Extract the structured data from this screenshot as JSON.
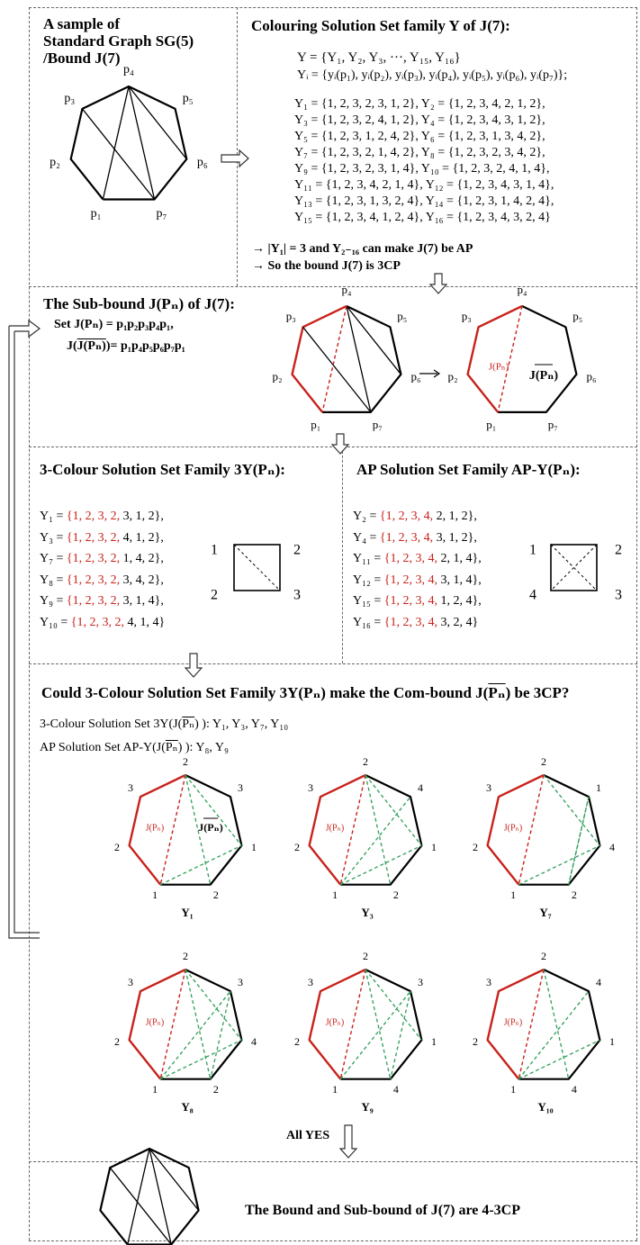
{
  "section1": {
    "left_title": [
      "A sample of",
      "Standard Graph SG(5)",
      "/Bound J(7)"
    ],
    "right_title": "Colouring Solution Set family Y of J(7):",
    "set_def": "Y = {Y₁, Y₂, Y₃, ···, Y₁₅, Y₁₆}",
    "elem_def": "Yᵢ = {yᵢ(p₁), yᵢ(p₂), yᵢ(p₃), yᵢ(p₄), yᵢ(p₅), yᵢ(p₆), yᵢ(p₇)};",
    "rows": [
      "Y₁ = {1, 2, 3, 2, 3, 1, 2}, Y₂ = {1, 2, 3, 4, 2, 1, 2},",
      "Y₃ = {1, 2, 3, 2, 4, 1, 2}, Y₄ = {1, 2, 3, 4, 3, 1, 2},",
      "Y₅ = {1, 2, 3, 1, 2, 4, 2}, Y₆ = {1, 2, 3, 1, 3, 4, 2},",
      "Y₇ = {1, 2, 3, 2, 1, 4, 2}, Y₈ = {1, 2, 3, 2, 3, 4, 2},",
      "Y₉ = {1, 2, 3, 2, 3, 1, 4}, Y₁₀ = {1, 2, 3, 2, 4, 1, 4},",
      "Y₁₁ = {1, 2, 3, 4, 2, 1, 4}, Y₁₂ = {1, 2, 3, 4, 3, 1, 4},",
      "Y₁₃ = {1, 2, 3, 1, 3, 2, 4}, Y₁₄ = {1, 2, 3, 1, 4, 2, 4},",
      "Y₁₅ = {1, 2, 3, 4, 1, 2, 4}, Y₁₆ = {1, 2, 3, 4, 3, 2, 4}"
    ],
    "conclusion1": "→ |Y₁| = 3 and Y₂₋₁₆ can make J(7) be AP",
    "conclusion2": "→ So the bound J(7) is 3CP",
    "vertex_labels": [
      "p₁",
      "p₂",
      "p₃",
      "p₄",
      "p₅",
      "p₆",
      "p₇"
    ]
  },
  "section2": {
    "title": "The Sub-bound J(Pₙ) of J(7):",
    "set_line": "Set J(Pₙ) = p₁p₂p₃p₄p₁,",
    "comp_lhs": "J(Pₙ)",
    "comp_rhs": "= p₁p₄p₅p₆p₇p₁",
    "jpn_label": "J(Pₙ)",
    "jpn_bar_label": "J(Pₙ)"
  },
  "section3": {
    "left_title": "3-Colour Solution Set Family 3Y(Pₙ):",
    "right_title": "AP Solution Set Family AP-Y(Pₙ):",
    "left_rows": [
      {
        "name": "Y₁ = ",
        "red": "{1, 2, 3, 2,",
        "rest": " 3, 1, 2},"
      },
      {
        "name": "Y₃ = ",
        "red": "{1, 2, 3, 2,",
        "rest": " 4, 1, 2},"
      },
      {
        "name": "Y₇ = ",
        "red": "{1, 2, 3, 2,",
        "rest": " 1, 4, 2},"
      },
      {
        "name": "Y₈ = ",
        "red": "{1, 2, 3, 2,",
        "rest": " 3, 4, 2},"
      },
      {
        "name": "Y₉ = ",
        "red": "{1, 2, 3, 2,",
        "rest": " 3, 1, 4},"
      },
      {
        "name": "Y₁₀ = ",
        "red": "{1, 2, 3, 2,",
        "rest": " 4, 1, 4}"
      }
    ],
    "right_rows": [
      {
        "name": "Y₂ = ",
        "red": "{1, 2, 3, 4,",
        "rest": " 2, 1, 2},"
      },
      {
        "name": "Y₄ = ",
        "red": "{1, 2, 3, 4,",
        "rest": " 3, 1, 2},"
      },
      {
        "name": "Y₁₁ = ",
        "red": "{1, 2, 3, 4,",
        "rest": " 2, 1, 4},"
      },
      {
        "name": "Y₁₂ = ",
        "red": "{1, 2, 3, 4,",
        "rest": " 3, 1, 4},"
      },
      {
        "name": "Y₁₅ = ",
        "red": "{1, 2, 3, 4,",
        "rest": " 1, 2, 4},"
      },
      {
        "name": "Y₁₆ = ",
        "red": "{1, 2, 3, 4,",
        "rest": " 3, 2, 4}"
      }
    ],
    "left_square_labels": [
      "1",
      "2",
      "2",
      "3"
    ],
    "right_square_labels": [
      "1",
      "2",
      "4",
      "3"
    ]
  },
  "section4": {
    "question_pre": "Could 3-Colour Solution Set Family 3Y(Pₙ) make the Com-bound J(",
    "question_bar": "Pₙ",
    "question_post": ") be 3CP?",
    "line1_pre": "3-Colour Solution Set 3Y(J(",
    "line1_bar": "Pₙ",
    "line1_post": ") ): Y₁, Y₃, Y₇, Y₁₀",
    "line2_pre": "AP Solution Set AP-Y(J(",
    "line2_bar": "Pₙ",
    "line2_post": ") ): Y₈, Y₉",
    "graphs": [
      {
        "name": "Y₁",
        "labels": [
          "1",
          "2",
          "3",
          "2",
          "3",
          "1",
          "2"
        ]
      },
      {
        "name": "Y₃",
        "labels": [
          "1",
          "2",
          "3",
          "2",
          "4",
          "1",
          "2"
        ]
      },
      {
        "name": "Y₇",
        "labels": [
          "1",
          "2",
          "3",
          "2",
          "1",
          "4",
          "2"
        ]
      },
      {
        "name": "Y₈",
        "labels": [
          "1",
          "2",
          "3",
          "2",
          "3",
          "4",
          "2"
        ]
      },
      {
        "name": "Y₉",
        "labels": [
          "1",
          "2",
          "3",
          "2",
          "3",
          "1",
          "4"
        ]
      },
      {
        "name": "Y₁₀",
        "labels": [
          "1",
          "2",
          "3",
          "2",
          "4",
          "1",
          "4"
        ]
      }
    ],
    "all_yes": "All YES"
  },
  "section5": {
    "final": "The Bound and Sub-bound of J(7) are 4-3CP"
  },
  "colors": {
    "red": "#c8221b",
    "green": "#2e9e57",
    "black": "#000000"
  }
}
